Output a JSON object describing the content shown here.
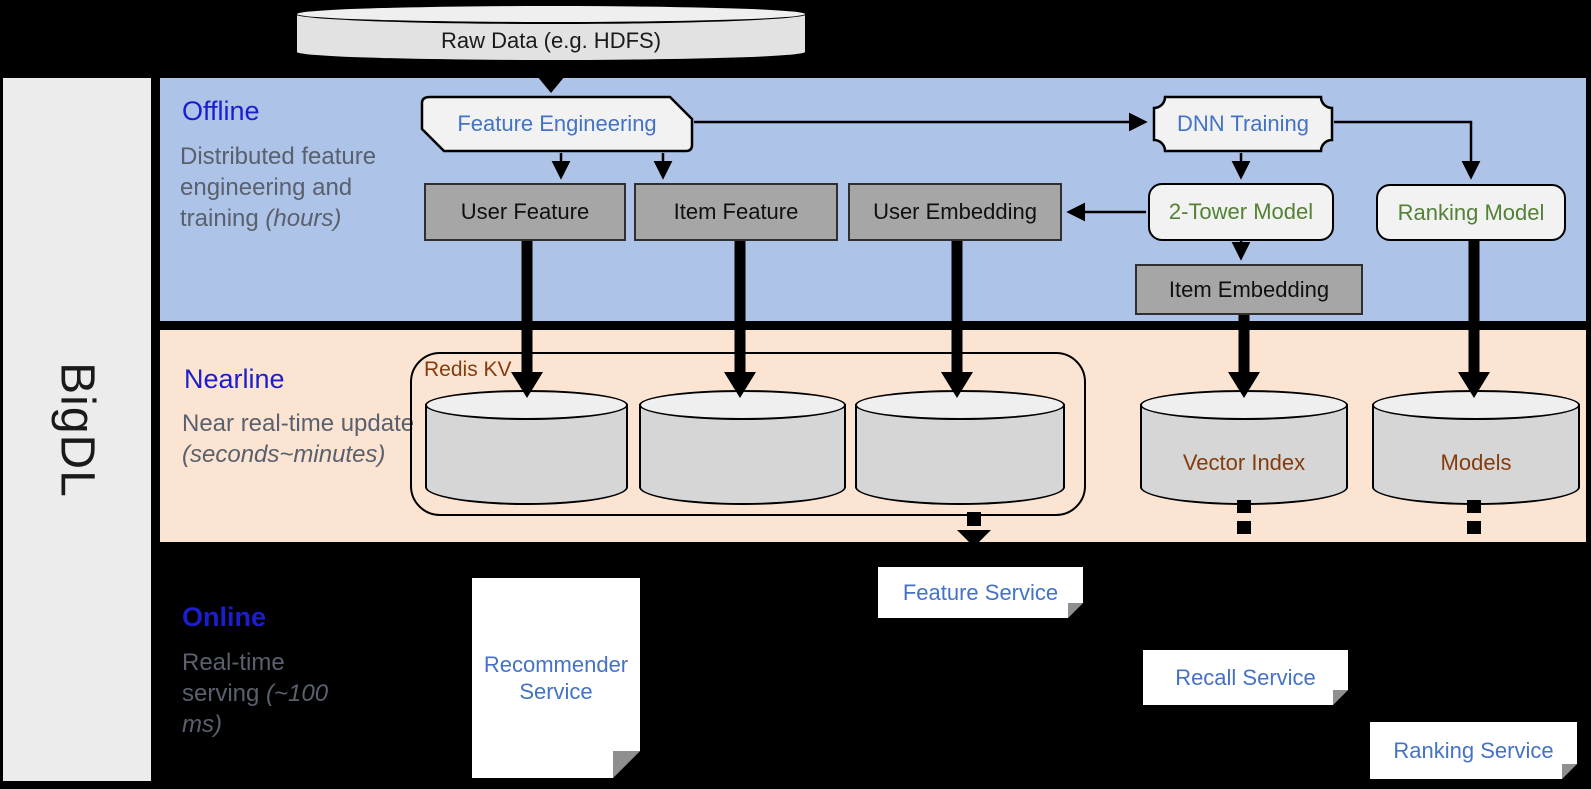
{
  "brand": {
    "label": "BigDL"
  },
  "raw_data": {
    "label": "Raw Data (e.g. HDFS)"
  },
  "offline": {
    "title": "Offline",
    "desc": "Distributed feature engineering and training",
    "desc_note": "(hours)",
    "feature_engineering": "Feature Engineering",
    "dnn_training": "DNN Training",
    "user_feature": "User Feature",
    "item_feature": "Item Feature",
    "user_embedding": "User Embedding",
    "two_tower_model": "2-Tower Model",
    "ranking_model": "Ranking Model",
    "item_embedding": "Item Embedding"
  },
  "nearline": {
    "title": "Nearline",
    "desc": "Near real-time update",
    "desc_note": "(seconds~minutes)",
    "redis_label": "Redis KV",
    "vector_index": "Vector Index",
    "models": "Models"
  },
  "online": {
    "title": "Online",
    "desc": "Real-time serving",
    "desc_note": "(~100 ms)",
    "recommender_service": "Recommender Service",
    "feature_service": "Feature Service",
    "recall_service": "Recall Service",
    "ranking_service": "Ranking Service"
  },
  "colors": {
    "heading_blue": "#1c1ecd",
    "node_blue": "#4472c4",
    "node_green": "#538135",
    "node_brown": "#843c0c",
    "offline_band": "#aec3e8",
    "nearline_band": "#fce4d2",
    "gray_node": "#a6a6a6"
  }
}
